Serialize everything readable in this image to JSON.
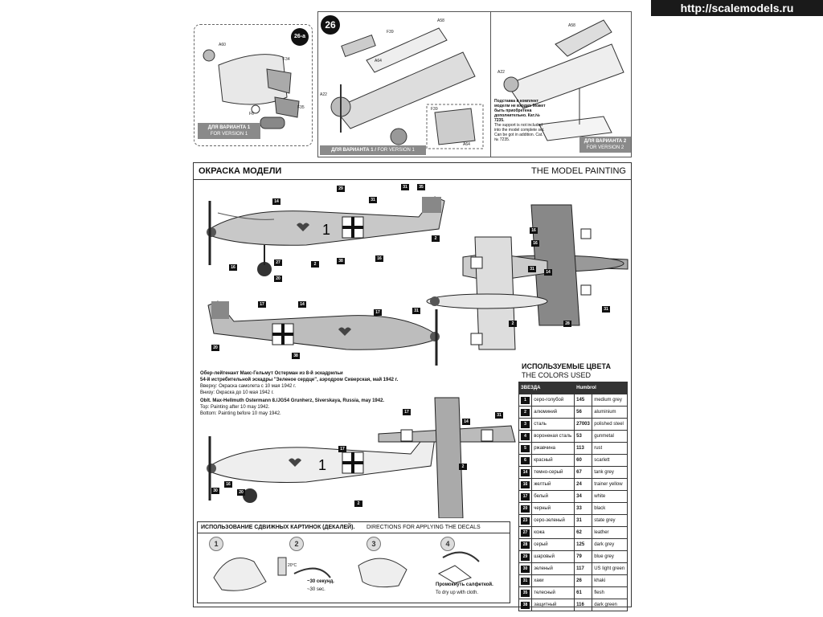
{
  "watermark": "http://scalemodels.ru",
  "assembly": {
    "step_a_badge": "26-a",
    "step_main": "26",
    "version1_ru": "ДЛЯ ВАРИАНТА 1",
    "version1_en": "FOR VERSION 1",
    "version1b_ru": "ДЛЯ ВАРИАНТА 1",
    "version1b_en": "FOR VERSION 1",
    "version2_ru": "ДЛЯ ВАРИАНТА 2",
    "version2_en": "FOR VERSION 2",
    "parts": [
      "A60",
      "F34",
      "F6",
      "F35",
      "A22",
      "F39",
      "A58",
      "A64",
      "F39",
      "A64",
      "A22",
      "A58"
    ],
    "support_note_ru": "Подставка в комплект моделм не входит. Может быть приобретена дополнительно. Кат.№ 7235.",
    "support_note_en": "The support is not included into the model complete set. Can be got in addition. Cat.№ 7235."
  },
  "painting": {
    "title_ru": "ОКРАСКА МОДЕЛИ",
    "title_en": "THE MODEL PAINTING",
    "desc_ru_1": "Обер-лейтенант Макс-Гельмут Остерман из 8-й эскадрильи",
    "desc_ru_2": "54-й  истребительной эскадры \"Зеленое сердце\",  аэродром Сиверская, май 1942 г.",
    "desc_ru_3": "Вверху: Окраска самолета с 10 мая 1942 г.",
    "desc_ru_4": "Внизу: Окраска до 10 мая 1942 г.",
    "desc_en_1": "Oblt. Max-Hellmuth Ostermann 8./JG54 Grunherz,   Siverskaya, Russia, may 1942.",
    "desc_en_2": "Top: Painting after 10 may 1942.",
    "desc_en_3": "Bottom: Painting before 10 may 1942.",
    "callouts": [
      "31",
      "35",
      "14",
      "29",
      "31",
      "16",
      "2",
      "20",
      "16",
      "27",
      "2",
      "38",
      "16",
      "31",
      "14",
      "2",
      "20",
      "38",
      "17",
      "14",
      "17",
      "31",
      "17",
      "2",
      "14",
      "31",
      "16",
      "30",
      "20",
      "2",
      "17",
      "28",
      "31",
      "16"
    ]
  },
  "colors": {
    "title_ru": "ИСПОЛЬЗУЕМЫЕ ЦВЕТА",
    "title_en": "THE COLORS USED",
    "col_zvezda": "ЗВЕЗДА",
    "col_humbrol": "Humbrol",
    "rows": [
      {
        "star": "1",
        "ru": "серо-голубой",
        "num": "145",
        "en": "medium grey"
      },
      {
        "star": "2",
        "ru": "алюминий",
        "num": "56",
        "en": "aluminium"
      },
      {
        "star": "3",
        "ru": "сталь",
        "num": "27003",
        "en": "polished steel"
      },
      {
        "star": "4",
        "ru": "вороненая сталь",
        "num": "53",
        "en": "gunmetal"
      },
      {
        "star": "5",
        "ru": "ржавчина",
        "num": "113",
        "en": "rust"
      },
      {
        "star": "6",
        "ru": "красный",
        "num": "60",
        "en": "scarlett"
      },
      {
        "star": "14",
        "ru": "темно-серый",
        "num": "67",
        "en": "tank grey"
      },
      {
        "star": "16",
        "ru": "желтый",
        "num": "24",
        "en": "trainer yellow"
      },
      {
        "star": "17",
        "ru": "белый",
        "num": "34",
        "en": "white"
      },
      {
        "star": "20",
        "ru": "черный",
        "num": "33",
        "en": "black"
      },
      {
        "star": "23",
        "ru": "серо-зеленый",
        "num": "31",
        "en": "state grey"
      },
      {
        "star": "27",
        "ru": "кожа",
        "num": "62",
        "en": "leather"
      },
      {
        "star": "28",
        "ru": "серый",
        "num": "125",
        "en": "dark grey"
      },
      {
        "star": "29",
        "ru": "шаровый",
        "num": "79",
        "en": "blue grey"
      },
      {
        "star": "30",
        "ru": "зеленый",
        "num": "117",
        "en": "US light green"
      },
      {
        "star": "31",
        "ru": "хаки",
        "num": "26",
        "en": "khaki"
      },
      {
        "star": "35",
        "ru": "телесный",
        "num": "61",
        "en": "flesh"
      },
      {
        "star": "38",
        "ru": "защитный",
        "num": "116",
        "en": "dark green"
      }
    ]
  },
  "decals": {
    "title_ru": "ИСПОЛЬЗОВАНИЕ СДВИЖНЫХ КАРТИНОК (ДЕКАЛЕЙ).",
    "title_en": "DIRECTIONS  FOR APPLYING THE DECALS",
    "steps": [
      "1",
      "2",
      "3",
      "4"
    ],
    "temp": "20°C",
    "time_ru": "~30 секунд.",
    "time_en": "~30 sec.",
    "dry_ru": "Промокнуть салфеткой.",
    "dry_en": "To dry up with cloth."
  }
}
